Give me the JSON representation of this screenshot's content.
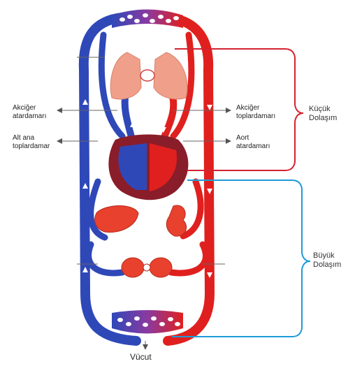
{
  "labels": {
    "pulmonary_artery": [
      "Akciğer",
      "atardamarı"
    ],
    "vena_cava": [
      "Alt ana",
      "toplardamar"
    ],
    "pulmonary_vein": [
      "Akciğer",
      "toplardamarı"
    ],
    "aorta": [
      "Aort",
      "atardamarı"
    ],
    "body": "Vücut"
  },
  "brackets": {
    "small_circulation": [
      "Küçük",
      "Dolaşım"
    ],
    "large_circulation": [
      "Büyük",
      "Dolaşım"
    ]
  },
  "colors": {
    "oxygenated": "#e0201e",
    "deoxygenated": "#2f48b8",
    "small_bracket": "#d42230",
    "large_bracket": "#1e9bd8",
    "lung": "#f0a08a",
    "organ": "#e8412e"
  }
}
